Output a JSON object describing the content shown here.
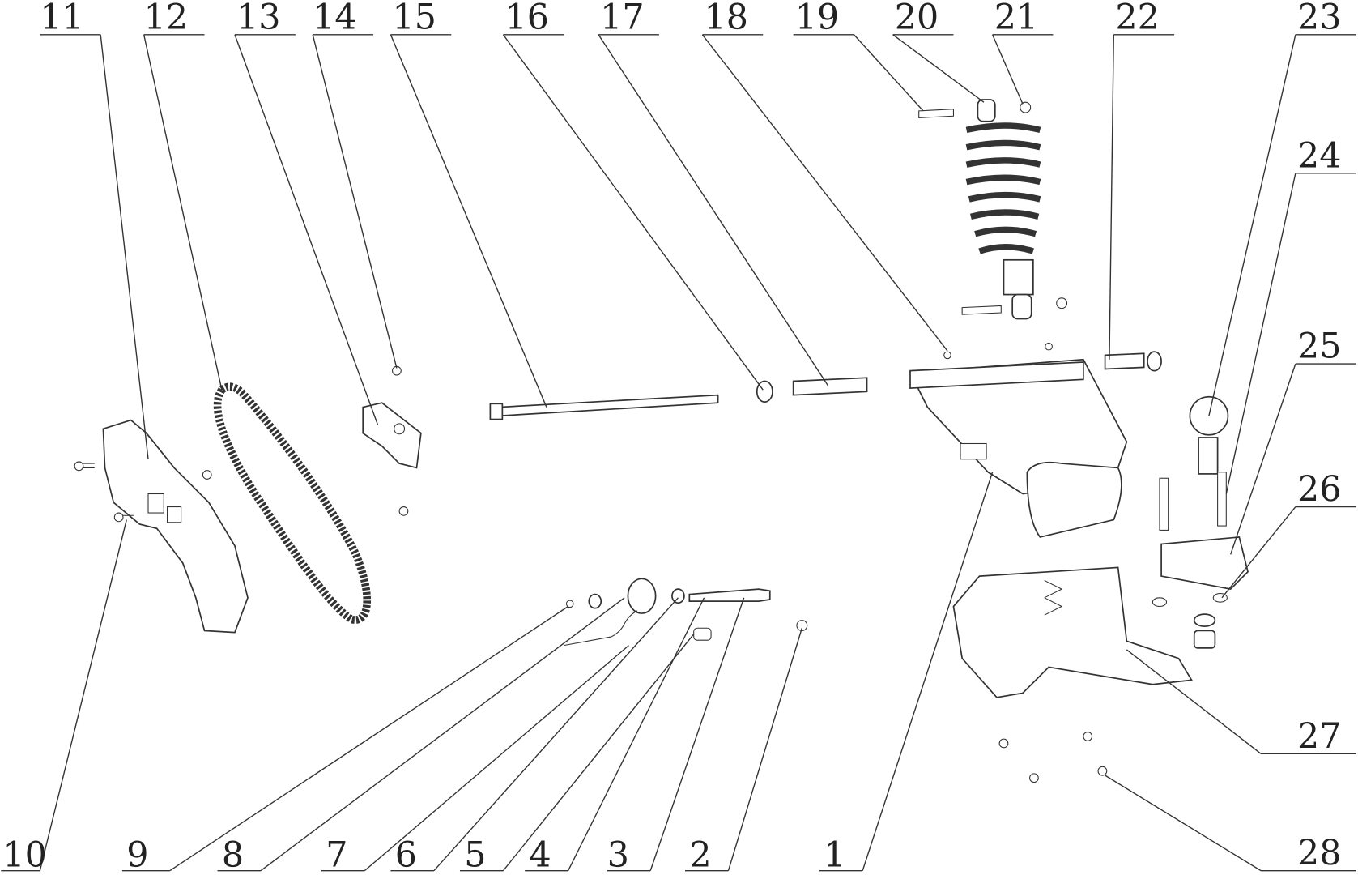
{
  "diagram": {
    "type": "exploded-parts-view",
    "callouts": [
      "1",
      "2",
      "3",
      "4",
      "5",
      "6",
      "7",
      "8",
      "9",
      "10",
      "11",
      "12",
      "13",
      "14",
      "15",
      "16",
      "17",
      "18",
      "19",
      "20",
      "21",
      "22",
      "23",
      "24",
      "25",
      "26",
      "27",
      "28"
    ]
  }
}
